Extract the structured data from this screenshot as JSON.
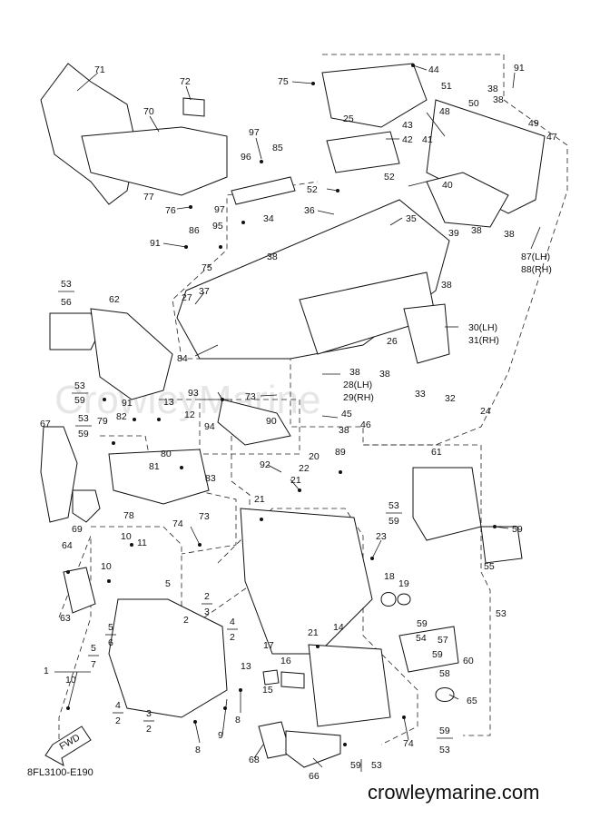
{
  "watermark": "CrowleyMarine",
  "footer": {
    "drawing_code": "8FL3100-E190",
    "site": "crowleymarine.com",
    "fwd_label": "FWD"
  },
  "callouts": [
    {
      "id": "c71",
      "text": "71"
    },
    {
      "id": "c72",
      "text": "72"
    },
    {
      "id": "c70",
      "text": "70"
    },
    {
      "id": "c75a",
      "text": "75"
    },
    {
      "id": "c44",
      "text": "44"
    },
    {
      "id": "c91a",
      "text": "91"
    },
    {
      "id": "c51",
      "text": "51"
    },
    {
      "id": "c38a",
      "text": "38"
    },
    {
      "id": "c38b",
      "text": "38"
    },
    {
      "id": "c48",
      "text": "48"
    },
    {
      "id": "c50",
      "text": "50"
    },
    {
      "id": "c25",
      "text": "25"
    },
    {
      "id": "c43",
      "text": "43"
    },
    {
      "id": "c42",
      "text": "42"
    },
    {
      "id": "c41",
      "text": "41"
    },
    {
      "id": "c49",
      "text": "49"
    },
    {
      "id": "c47",
      "text": "47"
    },
    {
      "id": "c97a",
      "text": "97"
    },
    {
      "id": "c85",
      "text": "85"
    },
    {
      "id": "c96",
      "text": "96"
    },
    {
      "id": "c52a",
      "text": "52"
    },
    {
      "id": "c52b",
      "text": "52"
    },
    {
      "id": "c40",
      "text": "40"
    },
    {
      "id": "c77",
      "text": "77"
    },
    {
      "id": "c76",
      "text": "76"
    },
    {
      "id": "c97b",
      "text": "97"
    },
    {
      "id": "c36",
      "text": "36"
    },
    {
      "id": "c34",
      "text": "34"
    },
    {
      "id": "c35",
      "text": "35"
    },
    {
      "id": "c39",
      "text": "39"
    },
    {
      "id": "c38c",
      "text": "38"
    },
    {
      "id": "c38d",
      "text": "38"
    },
    {
      "id": "c95",
      "text": "95"
    },
    {
      "id": "c86",
      "text": "86"
    },
    {
      "id": "c91b",
      "text": "91"
    },
    {
      "id": "c75b",
      "text": "75"
    },
    {
      "id": "c38e",
      "text": "38"
    },
    {
      "id": "c87",
      "text": "87(LH)"
    },
    {
      "id": "c88",
      "text": "88(RH)"
    },
    {
      "id": "c53a",
      "text": "53"
    },
    {
      "id": "c56",
      "text": "56"
    },
    {
      "id": "c62",
      "text": "62"
    },
    {
      "id": "c27",
      "text": "27"
    },
    {
      "id": "c37",
      "text": "37"
    },
    {
      "id": "c38f",
      "text": "38"
    },
    {
      "id": "c30",
      "text": "30(LH)"
    },
    {
      "id": "c31",
      "text": "31(RH)"
    },
    {
      "id": "c26",
      "text": "26"
    },
    {
      "id": "c84",
      "text": "84"
    },
    {
      "id": "c38g",
      "text": "38"
    },
    {
      "id": "c38h",
      "text": "38"
    },
    {
      "id": "c28",
      "text": "28(LH)"
    },
    {
      "id": "c29",
      "text": "29(RH)"
    },
    {
      "id": "c33",
      "text": "33"
    },
    {
      "id": "c32",
      "text": "32"
    },
    {
      "id": "c53b",
      "text": "53"
    },
    {
      "id": "c59a",
      "text": "59"
    },
    {
      "id": "c91c",
      "text": "91"
    },
    {
      "id": "c93",
      "text": "93"
    },
    {
      "id": "c73a",
      "text": "73"
    },
    {
      "id": "c45",
      "text": "45"
    },
    {
      "id": "c46",
      "text": "46"
    },
    {
      "id": "c38i",
      "text": "38"
    },
    {
      "id": "c24",
      "text": "24"
    },
    {
      "id": "c13a",
      "text": "13"
    },
    {
      "id": "c12",
      "text": "12"
    },
    {
      "id": "c94",
      "text": "94"
    },
    {
      "id": "c90",
      "text": "90"
    },
    {
      "id": "c53c",
      "text": "53"
    },
    {
      "id": "c59b",
      "text": "59"
    },
    {
      "id": "c79",
      "text": "79"
    },
    {
      "id": "c82",
      "text": "82"
    },
    {
      "id": "c67",
      "text": "67"
    },
    {
      "id": "c80",
      "text": "80"
    },
    {
      "id": "c81",
      "text": "81"
    },
    {
      "id": "c83",
      "text": "83"
    },
    {
      "id": "c92",
      "text": "92"
    },
    {
      "id": "c20",
      "text": "20"
    },
    {
      "id": "c89",
      "text": "89"
    },
    {
      "id": "c61",
      "text": "61"
    },
    {
      "id": "c21a",
      "text": "21"
    },
    {
      "id": "c22",
      "text": "22"
    },
    {
      "id": "c69",
      "text": "69"
    },
    {
      "id": "c78",
      "text": "78"
    },
    {
      "id": "c21b",
      "text": "21"
    },
    {
      "id": "c53d",
      "text": "53"
    },
    {
      "id": "c59c",
      "text": "59"
    },
    {
      "id": "c74a",
      "text": "74"
    },
    {
      "id": "c73b",
      "text": "73"
    },
    {
      "id": "c59d",
      "text": "59"
    },
    {
      "id": "c10a",
      "text": "10"
    },
    {
      "id": "c11",
      "text": "11"
    },
    {
      "id": "c23",
      "text": "23"
    },
    {
      "id": "c64",
      "text": "64"
    },
    {
      "id": "c55",
      "text": "55"
    },
    {
      "id": "c10b",
      "text": "10"
    },
    {
      "id": "c5a",
      "text": "5"
    },
    {
      "id": "c18",
      "text": "18"
    },
    {
      "id": "c19",
      "text": "19"
    },
    {
      "id": "c63",
      "text": "63"
    },
    {
      "id": "c2a",
      "text": "2"
    },
    {
      "id": "c3a",
      "text": "3"
    },
    {
      "id": "c53e",
      "text": "53"
    },
    {
      "id": "c5b",
      "text": "5"
    },
    {
      "id": "c2b",
      "text": "2"
    },
    {
      "id": "c2c",
      "text": "2"
    },
    {
      "id": "c4a",
      "text": "4"
    },
    {
      "id": "c6",
      "text": "6"
    },
    {
      "id": "c59e",
      "text": "59"
    },
    {
      "id": "c54",
      "text": "54"
    },
    {
      "id": "c57",
      "text": "57"
    },
    {
      "id": "c5c",
      "text": "5"
    },
    {
      "id": "c7",
      "text": "7"
    },
    {
      "id": "c21c",
      "text": "21"
    },
    {
      "id": "c14",
      "text": "14"
    },
    {
      "id": "c60",
      "text": "60"
    },
    {
      "id": "c59f",
      "text": "59"
    },
    {
      "id": "c17",
      "text": "17"
    },
    {
      "id": "c16",
      "text": "16"
    },
    {
      "id": "c1",
      "text": "1"
    },
    {
      "id": "c13b",
      "text": "13"
    },
    {
      "id": "c58",
      "text": "58"
    },
    {
      "id": "c10c",
      "text": "10"
    },
    {
      "id": "c15",
      "text": "15"
    },
    {
      "id": "c4b",
      "text": "4"
    },
    {
      "id": "c2d",
      "text": "2"
    },
    {
      "id": "c3b",
      "text": "3"
    },
    {
      "id": "c2e",
      "text": "2"
    },
    {
      "id": "c9",
      "text": "9"
    },
    {
      "id": "c8a",
      "text": "8"
    },
    {
      "id": "c65",
      "text": "65"
    },
    {
      "id": "c59g",
      "text": "59"
    },
    {
      "id": "c53f",
      "text": "53"
    },
    {
      "id": "c8b",
      "text": "8"
    },
    {
      "id": "c68",
      "text": "68"
    },
    {
      "id": "c74b",
      "text": "74"
    },
    {
      "id": "c59h",
      "text": "59"
    },
    {
      "id": "c53g",
      "text": "53"
    },
    {
      "id": "c66",
      "text": "66"
    }
  ]
}
